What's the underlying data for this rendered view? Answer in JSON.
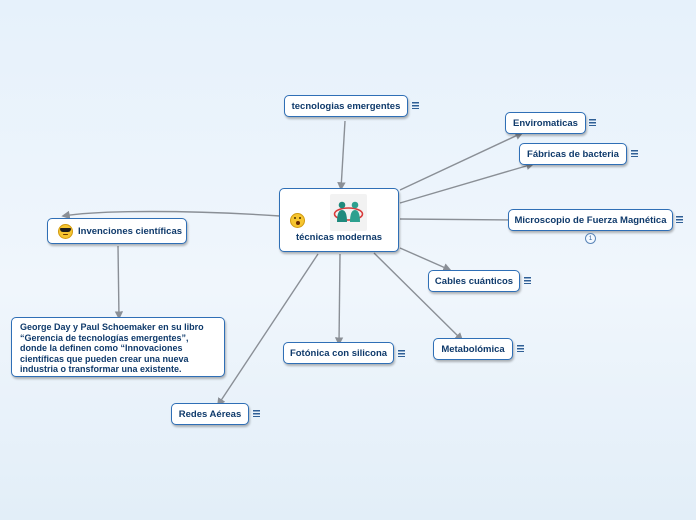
{
  "map": {
    "central": {
      "label": "técnicas modernas"
    },
    "nodes": {
      "tecnologias": {
        "label": "tecnologias emergentes"
      },
      "enviromaticas": {
        "label": "Enviromaticas"
      },
      "fabricas": {
        "label": "Fábricas de bacteria"
      },
      "microscopio": {
        "label": "Microscopio de Fuerza Magnética",
        "badge": "1"
      },
      "cables": {
        "label": "Cables cuánticos"
      },
      "metabolomica": {
        "label": "Metabolómica"
      },
      "fotonica": {
        "label": "Fotónica con silicona"
      },
      "redes": {
        "label": "Redes Aéreas"
      },
      "invenciones": {
        "label": "Invenciones científicas"
      },
      "george": {
        "label": "George Day y Paul Schoemaker en su libro “Gerencia de tecnologías emergentes”, donde la definen como “Innovaciones científicas que pueden crear una nueva industria o transformar una existente."
      }
    }
  },
  "colors": {
    "connector": "#8a8f96",
    "node_border": "#2f6fb6",
    "node_text": "#0f3a6b"
  },
  "icons": [
    "note-icon",
    "surprised-emoji-icon",
    "sunglasses-emoji-icon",
    "people-exchange-icon"
  ]
}
